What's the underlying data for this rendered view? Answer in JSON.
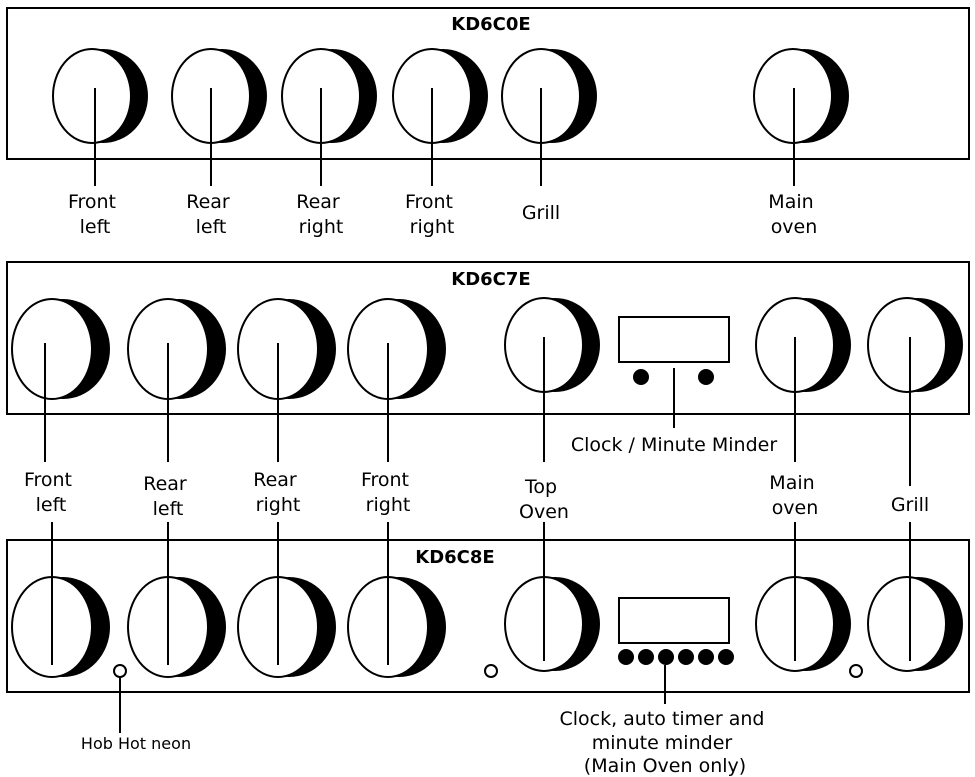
{
  "panels": [
    {
      "model": "KD6C0E",
      "knob_labels": [
        [
          "Front",
          "left"
        ],
        [
          "Rear",
          "left"
        ],
        [
          "Rear",
          "right"
        ],
        [
          "Front",
          "right"
        ],
        [
          "Grill"
        ],
        [
          "Main",
          "oven"
        ]
      ]
    },
    {
      "model": "KD6C7E",
      "knob_labels": [
        [
          "Front",
          "left"
        ],
        [
          "Rear",
          "left"
        ],
        [
          "Rear",
          "right"
        ],
        [
          "Front",
          "right"
        ],
        [
          "Top",
          "Oven"
        ],
        [
          "Main",
          "oven"
        ],
        [
          "Grill"
        ]
      ],
      "clock_label": [
        "Clock / Minute Minder"
      ]
    },
    {
      "model": "KD6C8E",
      "clock_label": [
        "Clock, auto timer and",
        "minute minder",
        "(Main Oven only)"
      ],
      "neon_label": "Hob Hot neon"
    }
  ]
}
